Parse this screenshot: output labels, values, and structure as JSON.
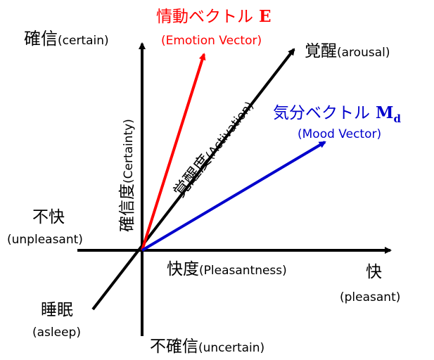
{
  "colors": {
    "axis": "#000000",
    "emotion": "#ff0000",
    "mood": "#0000cc"
  },
  "labels": {
    "certain_jp": "確信",
    "certain_en": "(certain)",
    "uncertain_jp": "不確信",
    "uncertain_en": "(uncertain)",
    "unpleasant_jp": "不快",
    "unpleasant_en": "(unpleasant)",
    "pleasant_jp": "快",
    "pleasant_en": "(pleasant)",
    "asleep_jp": "睡眠",
    "asleep_en": "(asleep)",
    "arousal_jp": "覚醒",
    "arousal_en": "(arousal)",
    "pleasantness_jp": "快度",
    "pleasantness_en": "(Pleasantness)",
    "certainty_jp": "確信度",
    "certainty_en": "(Certainty)",
    "activation_jp": "覚醒度",
    "activation_en": "(Activation)",
    "emotion_jp": "情動ベクトル",
    "emotion_symbol": "E",
    "emotion_en": "(Emotion Vector)",
    "mood_jp": "気分ベクトル",
    "mood_symbol": "M",
    "mood_subscript": "d",
    "mood_en": "(Mood Vector)"
  }
}
